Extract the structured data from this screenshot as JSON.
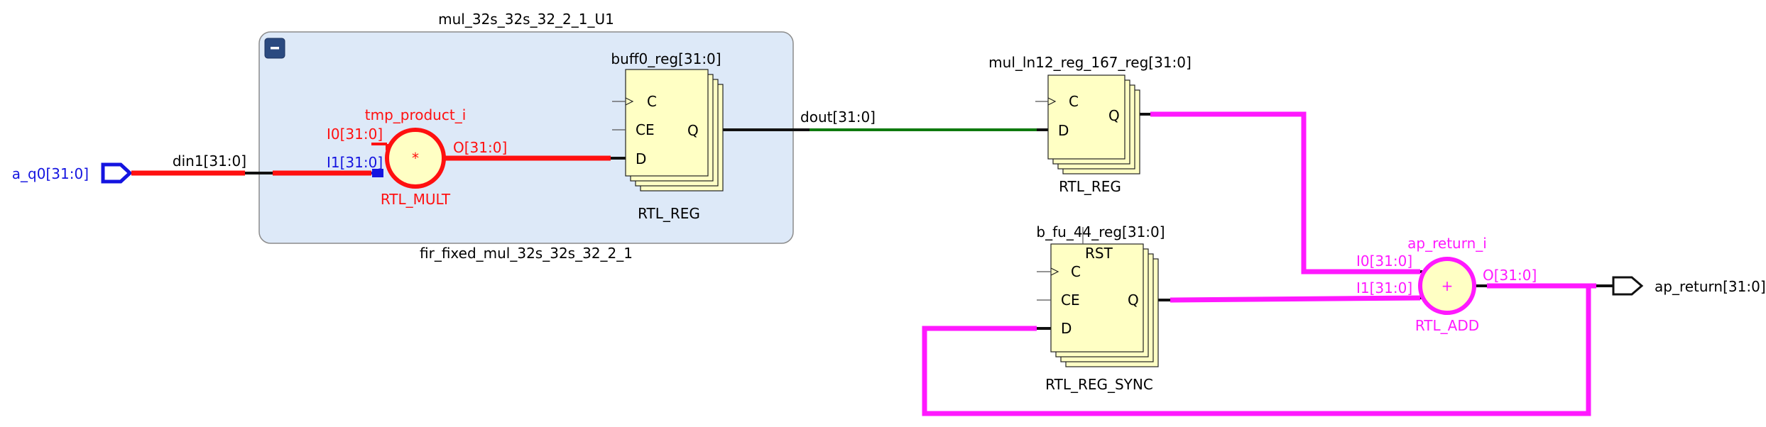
{
  "hierarchy": {
    "instance_name": "mul_32s_32s_32_2_1_U1",
    "module_name": "fir_fixed_mul_32s_32s_32_2_1",
    "collapse_symbol": "−"
  },
  "ports": {
    "input": "a_q0[31:0]",
    "output": "ap_return[31:0]"
  },
  "nets": {
    "din1": "din1[31:0]",
    "dout": "dout[31:0]"
  },
  "mult": {
    "instance": "tmp_product_i",
    "type": "RTL_MULT",
    "symbol": "*",
    "in0": "I0[31:0]",
    "in1": "I1[31:0]",
    "out": "O[31:0]"
  },
  "buff0": {
    "instance": "buff0_reg[31:0]",
    "type": "RTL_REG",
    "pin_c": "C",
    "pin_ce": "CE",
    "pin_d": "D",
    "pin_q": "Q"
  },
  "mul_reg": {
    "instance": "mul_ln12_reg_167_reg[31:0]",
    "type": "RTL_REG",
    "pin_c": "C",
    "pin_d": "D",
    "pin_q": "Q"
  },
  "b_reg": {
    "instance": "b_fu_44_reg[31:0]",
    "type": "RTL_REG_SYNC",
    "pin_rst": "RST",
    "pin_c": "C",
    "pin_ce": "CE",
    "pin_d": "D",
    "pin_q": "Q"
  },
  "adder": {
    "instance": "ap_return_i",
    "type": "RTL_ADD",
    "symbol": "+",
    "in0": "I0[31:0]",
    "in1": "I1[31:0]",
    "out": "O[31:0]"
  },
  "colors": {
    "input_port": "#1414e0",
    "mult_path": "#ff1010",
    "add_path": "#ff19ff",
    "net_green": "#0f7a0f",
    "register_fill": "#ffffc4",
    "register_shadow": "#e8e872",
    "hier_fill": "#dde9f8",
    "hier_stroke": "#8c8c8c",
    "collapse_button": "#2b4a80",
    "label": "#000000"
  }
}
